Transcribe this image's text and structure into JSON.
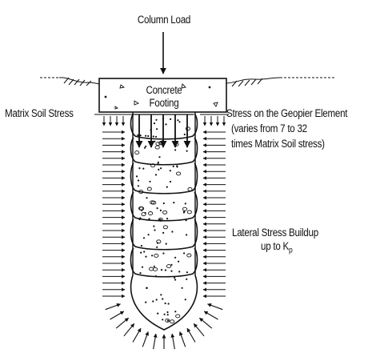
{
  "labels": {
    "column_load": "Column Load",
    "footing_line1": "Concrete",
    "footing_line2": "Footing",
    "matrix_soil_stress": "Matrix Soil Stress",
    "stress_geopier_line1": "Stress on the Geopier Element",
    "stress_geopier_line2": "(varies from 7 to 32",
    "stress_geopier_line3": "times Matrix Soil stress)",
    "lateral_line1": "Lateral Stress Buildup",
    "lateral_line2": "up to K",
    "lateral_sub": "p"
  },
  "colors": {
    "ink": "#111111",
    "background": "#ffffff"
  }
}
